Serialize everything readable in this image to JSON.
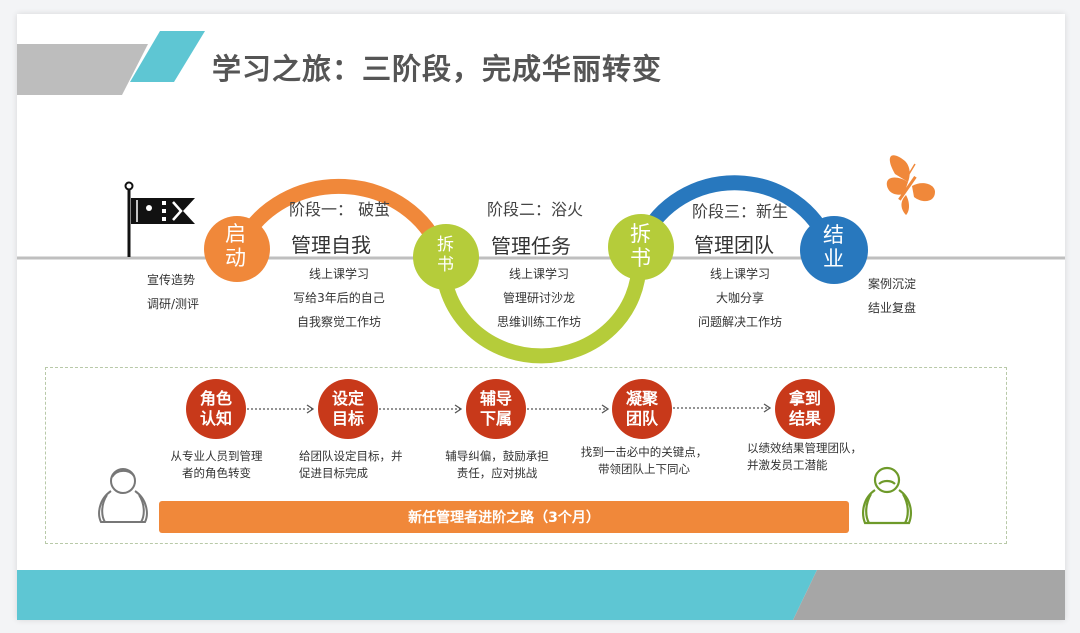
{
  "title": "学习之旅：三阶段，完成华丽转变",
  "colors": {
    "orange": "#F0883A",
    "lime": "#B5CC3A",
    "blue": "#2878BE",
    "red": "#C8391A",
    "teal": "#5EC6D3",
    "gray": "#A6A6A6",
    "olive": "#6E9A2A"
  },
  "journey": {
    "start": {
      "label": "启\n动",
      "line1": "启",
      "line2": "动",
      "items": [
        "宣传造势",
        "调研/测评"
      ]
    },
    "stages": [
      {
        "label": "阶段一：  破茧",
        "title": "管理自我",
        "items": [
          "线上课学习",
          "写给3年后的自己",
          "自我察觉工作坊"
        ]
      },
      {
        "label": "阶段二：浴火",
        "title": "管理任务",
        "items": [
          "线上课学习",
          "管理研讨沙龙",
          "思维训练工作坊"
        ]
      },
      {
        "label": "阶段三：新生",
        "title": "管理团队",
        "items": [
          "线上课学习",
          "大咖分享",
          "问题解决工作坊"
        ]
      }
    ],
    "connectors": [
      {
        "line1": "拆",
        "line2": "书"
      },
      {
        "line1": "拆",
        "line2": "书"
      }
    ],
    "end": {
      "line1": "结",
      "line2": "业",
      "items": [
        "案例沉淀",
        "结业复盘"
      ]
    }
  },
  "path": {
    "steps": [
      {
        "line1": "角色",
        "line2": "认知",
        "desc": [
          "从专业人员到管理",
          "者的角色转变"
        ]
      },
      {
        "line1": "设定",
        "line2": "目标",
        "desc": [
          "给团队设定目标，并",
          "促进目标完成"
        ]
      },
      {
        "line1": "辅导",
        "line2": "下属",
        "desc": [
          "辅导纠偏，鼓励承担",
          "责任，应对挑战"
        ]
      },
      {
        "line1": "凝聚",
        "line2": "团队",
        "desc": [
          "找到一击必中的关键点，",
          "带领团队上下同心"
        ]
      },
      {
        "line1": "拿到",
        "line2": "结果",
        "desc": [
          "以绩效结果管理团队，",
          "并激发员工潜能"
        ]
      }
    ],
    "bar_label": "新任管理者进阶之路（3个月）"
  },
  "icons": [
    "flag-icon",
    "butterfly-icon",
    "person-gray-icon",
    "person-green-icon"
  ]
}
